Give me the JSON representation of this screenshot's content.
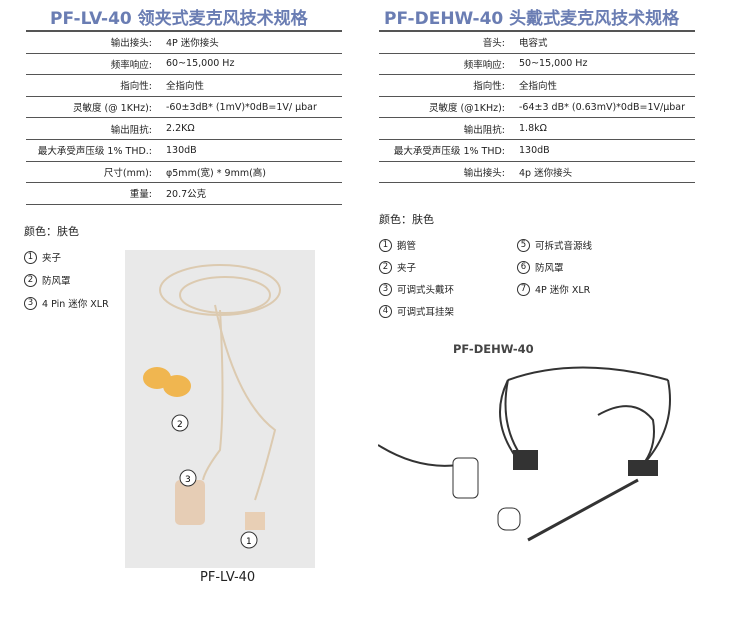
{
  "left": {
    "title": "PF-LV-40 领夹式麦克风技术规格",
    "specs": [
      [
        "输出接头:",
        "4P 迷你接头"
      ],
      [
        "频率响应:",
        "60~15,000 Hz"
      ],
      [
        "指向性:",
        "全指向性"
      ],
      [
        "灵敏度 (@ 1KHz):",
        "-60±3dB* (1mV)*0dB=1V/ µbar"
      ],
      [
        "输出阻抗:",
        "2.2KΩ"
      ],
      [
        "最大承受声压级 1% THD.:",
        "130dB"
      ],
      [
        "尺寸(mm):",
        "φ5mm(宽) * 9mm(高)"
      ],
      [
        "重量:",
        "20.7公克"
      ]
    ],
    "color": "颜色：肤色",
    "parts": [
      {
        "n": "1",
        "t": "夹子"
      },
      {
        "n": "2",
        "t": "防风罩"
      },
      {
        "n": "3",
        "t": "4 Pin 迷你 XLR"
      }
    ],
    "caption": "PF-LV-40"
  },
  "right": {
    "title": "PF-DEHW-40 头戴式麦克风技术规格",
    "specs": [
      [
        "音头:",
        "电容式"
      ],
      [
        "频率响应:",
        "50~15,000 Hz"
      ],
      [
        "指向性:",
        "全指向性"
      ],
      [
        "灵敏度 (@1KHz):",
        "-64±3 dB* (0.63mV)*0dB=1V/µbar"
      ],
      [
        "输出阻抗:",
        "1.8kΩ"
      ],
      [
        "最大承受声压级 1% THD:",
        "130dB"
      ],
      [
        "输出接头:",
        "4p 迷你接头"
      ]
    ],
    "color": "颜色：肤色",
    "parts": [
      {
        "n": "1",
        "t": "鹅管"
      },
      {
        "n": "2",
        "t": "夹子"
      },
      {
        "n": "3",
        "t": "可调式头戴环"
      },
      {
        "n": "4",
        "t": "可调式耳挂架"
      },
      {
        "n": "5",
        "t": "可拆式音源线"
      },
      {
        "n": "6",
        "t": "防风罩"
      },
      {
        "n": "7",
        "t": "4P 迷你 XLR"
      }
    ],
    "diagram_label": "PF-DEHW-40"
  }
}
